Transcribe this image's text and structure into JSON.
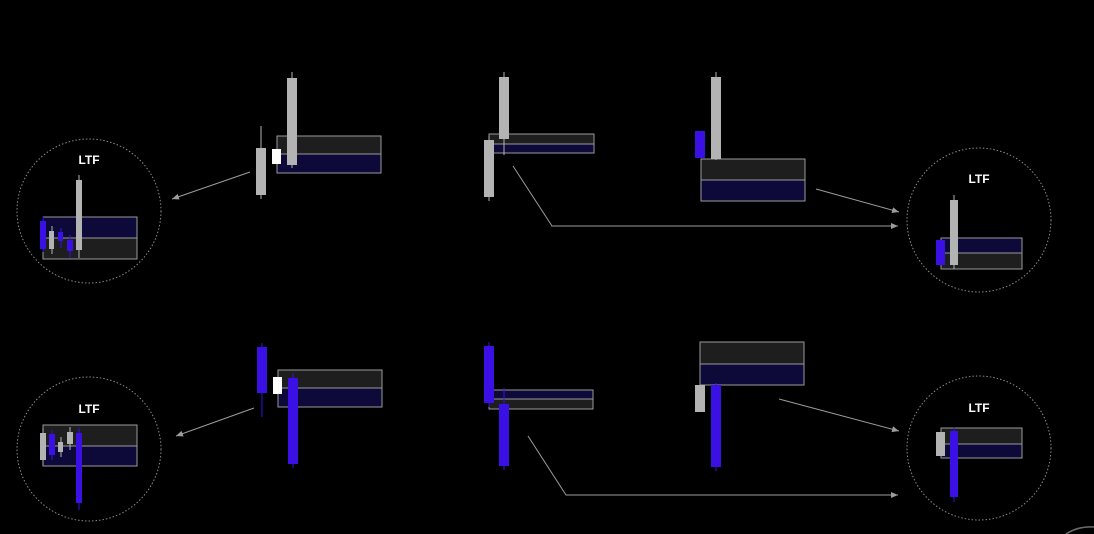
{
  "labels": {
    "ltf_top_left": "LTF",
    "ltf_top_right": "LTF",
    "ltf_bottom_left": "LTF",
    "ltf_bottom_right": "LTF"
  },
  "colors": {
    "background": "#000000",
    "bull_candle": "#b3b3b3",
    "bear_candle": "#3a10e5",
    "small_candle": "#ffffff",
    "zone_dark": "#1e1e1e",
    "zone_blue": "#0d0a3a",
    "zone_border": "#9a9a9a",
    "connector": "#9c9c9c",
    "circle": "#8a8a8a"
  }
}
